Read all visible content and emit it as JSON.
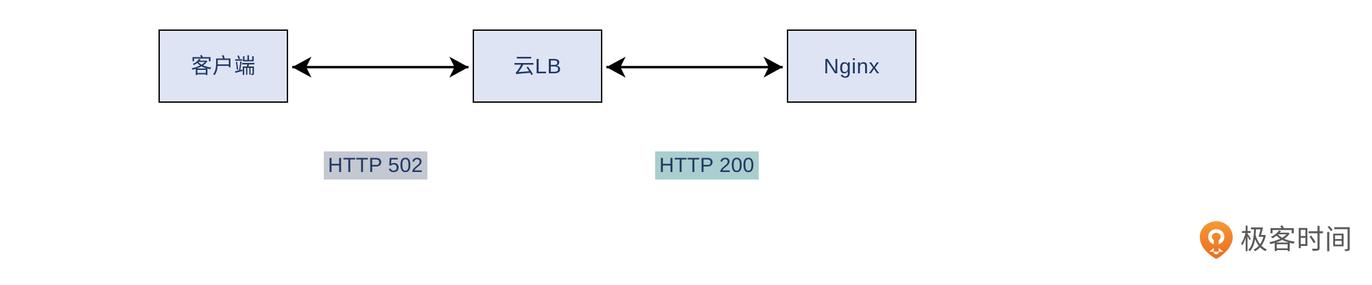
{
  "diagram": {
    "type": "flow-diagram",
    "background_color": "#ffffff",
    "node_fill_color": "#dfe4f5",
    "node_border_color": "#0a0a0a",
    "node_text_color": "#1f3864",
    "connector_color": "#000000",
    "nodes": [
      {
        "id": "client",
        "label": "客户端"
      },
      {
        "id": "lb",
        "label": "云LB"
      },
      {
        "id": "nginx",
        "label": "Nginx"
      }
    ],
    "connectors": [
      {
        "id": "client-lb",
        "from": "client",
        "to": "lb",
        "style": "double-headed-arrow"
      },
      {
        "id": "lb-nginx",
        "from": "lb",
        "to": "nginx",
        "style": "double-headed-arrow"
      }
    ],
    "status_labels": [
      {
        "id": "http-502",
        "text": "HTTP 502",
        "highlight_color": "#c3c8d1",
        "text_color": "#1f3864"
      },
      {
        "id": "http-200",
        "text": "HTTP 200",
        "highlight_color": "#aacdce",
        "text_color": "#1f3864"
      }
    ]
  },
  "watermark": {
    "text": "极客时间",
    "text_color": "#59595b",
    "logo_color": "#ef7c22",
    "logo_name": "geektime-pin-logo"
  }
}
